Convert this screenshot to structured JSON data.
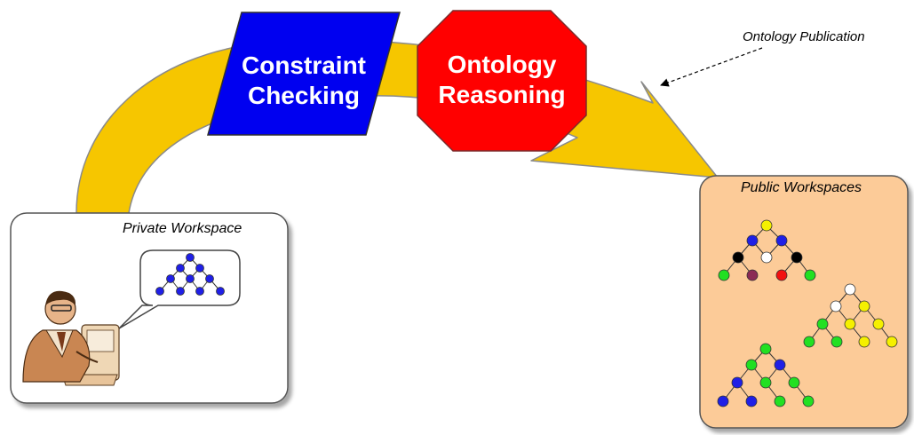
{
  "labels": {
    "constraint_line1": "Constraint",
    "constraint_line2": "Checking",
    "reasoning_line1": "Ontology",
    "reasoning_line2": "Reasoning",
    "publication": "Ontology Publication",
    "private_workspace": "Private Workspace",
    "public_workspaces": "Public Workspaces"
  },
  "colors": {
    "arrow_fill": "#f6c600",
    "arrow_stroke": "#8a8a8a",
    "constraint_fill": "#0000f0",
    "reasoning_fill": "#ff0000",
    "public_bg": "#fccb98",
    "node_blue": "#1f1fe6",
    "node_green": "#22e022",
    "node_yellow": "#f5f000",
    "node_black": "#000000",
    "node_white": "#ffffff",
    "node_red": "#f21010",
    "node_purple": "#8b2a55"
  },
  "icons": {
    "person": "person-at-computer-icon",
    "speech": "speech-bubble-icon"
  }
}
